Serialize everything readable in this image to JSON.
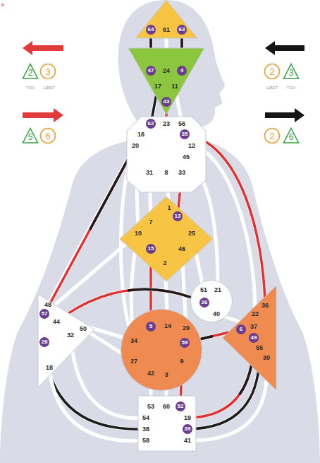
{
  "diagram": {
    "nodes": [
      {
        "text": [
          "64",
          "61",
          "63"
        ]
      },
      {
        "text": [
          "2"
        ]
      },
      {
        "text": [
          "3"
        ]
      },
      {
        "text": [
          "2"
        ]
      },
      {
        "text": [
          "3"
        ]
      },
      {
        "text": [
          "47",
          "24",
          "4",
          "17",
          "11",
          "43"
        ]
      },
      {
        "text": [
          "5"
        ]
      },
      {
        "text": [
          "6"
        ]
      },
      {
        "text": [
          "2"
        ]
      },
      {
        "text": [
          "6"
        ]
      },
      {
        "text": [
          "62",
          "23",
          "56",
          "16",
          "35",
          "20",
          "12",
          "45",
          "31",
          "8",
          "33"
        ]
      },
      {
        "text": [
          "1",
          "7",
          "13",
          "10",
          "25",
          "15",
          "46",
          "2"
        ]
      },
      {
        "text": [
          "51",
          "21",
          "26",
          "40"
        ]
      },
      {
        "text": [
          "48",
          "57",
          "44",
          "50",
          "32",
          "28",
          "18"
        ]
      },
      {
        "text": [
          "5",
          "14",
          "29",
          "34",
          "27",
          "59",
          "9",
          "42",
          "3"
        ]
      },
      {
        "text": [
          "36",
          "22",
          "37",
          "6",
          "49",
          "55",
          "30"
        ]
      },
      {
        "text": [
          "53",
          "60",
          "52",
          "54",
          "19",
          "38",
          "39",
          "58",
          "41"
        ]
      }
    ],
    "edges": [
      {
        "from": 0,
        "to": 5,
        "arrow": "none"
      },
      {
        "from": 0,
        "to": 5,
        "arrow": "none"
      },
      {
        "from": 0,
        "to": 5,
        "arrow": "none"
      },
      {
        "from": 5,
        "to": 10,
        "arrow": "none"
      },
      {
        "from": 5,
        "to": 10,
        "arrow": "none"
      },
      {
        "from": 5,
        "to": 10,
        "arrow": "none"
      },
      {
        "from": 10,
        "to": 11,
        "arrow": "none"
      },
      {
        "from": 10,
        "to": 11,
        "arrow": "none"
      },
      {
        "from": 10,
        "to": 11,
        "arrow": "none"
      },
      {
        "from": 10,
        "to": 11,
        "arrow": "none"
      },
      {
        "from": 10,
        "to": 13,
        "arrow": "none"
      },
      {
        "from": 10,
        "to": 13,
        "arrow": "none"
      },
      {
        "from": 10,
        "to": 14,
        "arrow": "none"
      },
      {
        "from": 10,
        "to": 12,
        "arrow": "none"
      },
      {
        "from": 10,
        "to": 15,
        "arrow": "none"
      },
      {
        "from": 10,
        "to": 15,
        "arrow": "none"
      },
      {
        "from": 11,
        "to": 14,
        "arrow": "none"
      },
      {
        "from": 11,
        "to": 14,
        "arrow": "none"
      },
      {
        "from": 11,
        "to": 14,
        "arrow": "none"
      },
      {
        "from": 11,
        "to": 14,
        "arrow": "none"
      },
      {
        "from": 11,
        "to": 13,
        "arrow": "none"
      },
      {
        "from": 11,
        "to": 12,
        "arrow": "none"
      },
      {
        "from": 12,
        "to": 13,
        "arrow": "none"
      },
      {
        "from": 12,
        "to": 15,
        "arrow": "none"
      },
      {
        "from": 13,
        "to": 14,
        "arrow": "none"
      },
      {
        "from": 13,
        "to": 14,
        "arrow": "none"
      },
      {
        "from": 14,
        "to": 15,
        "arrow": "none"
      },
      {
        "from": 13,
        "to": 16,
        "arrow": "none"
      },
      {
        "from": 13,
        "to": 16,
        "arrow": "none"
      },
      {
        "from": 13,
        "to": 16,
        "arrow": "none"
      },
      {
        "from": 14,
        "to": 16,
        "arrow": "none"
      },
      {
        "from": 14,
        "to": 16,
        "arrow": "none"
      },
      {
        "from": 14,
        "to": 16,
        "arrow": "none"
      },
      {
        "from": 15,
        "to": 16,
        "arrow": "none"
      },
      {
        "from": 15,
        "to": 16,
        "arrow": "none"
      },
      {
        "from": 15,
        "to": 16,
        "arrow": "none"
      }
    ],
    "labels": [
      "e",
      "ТОН",
      "ЦВЕТ",
      "ЦВЕТ",
      "ТОН"
    ]
  }
}
